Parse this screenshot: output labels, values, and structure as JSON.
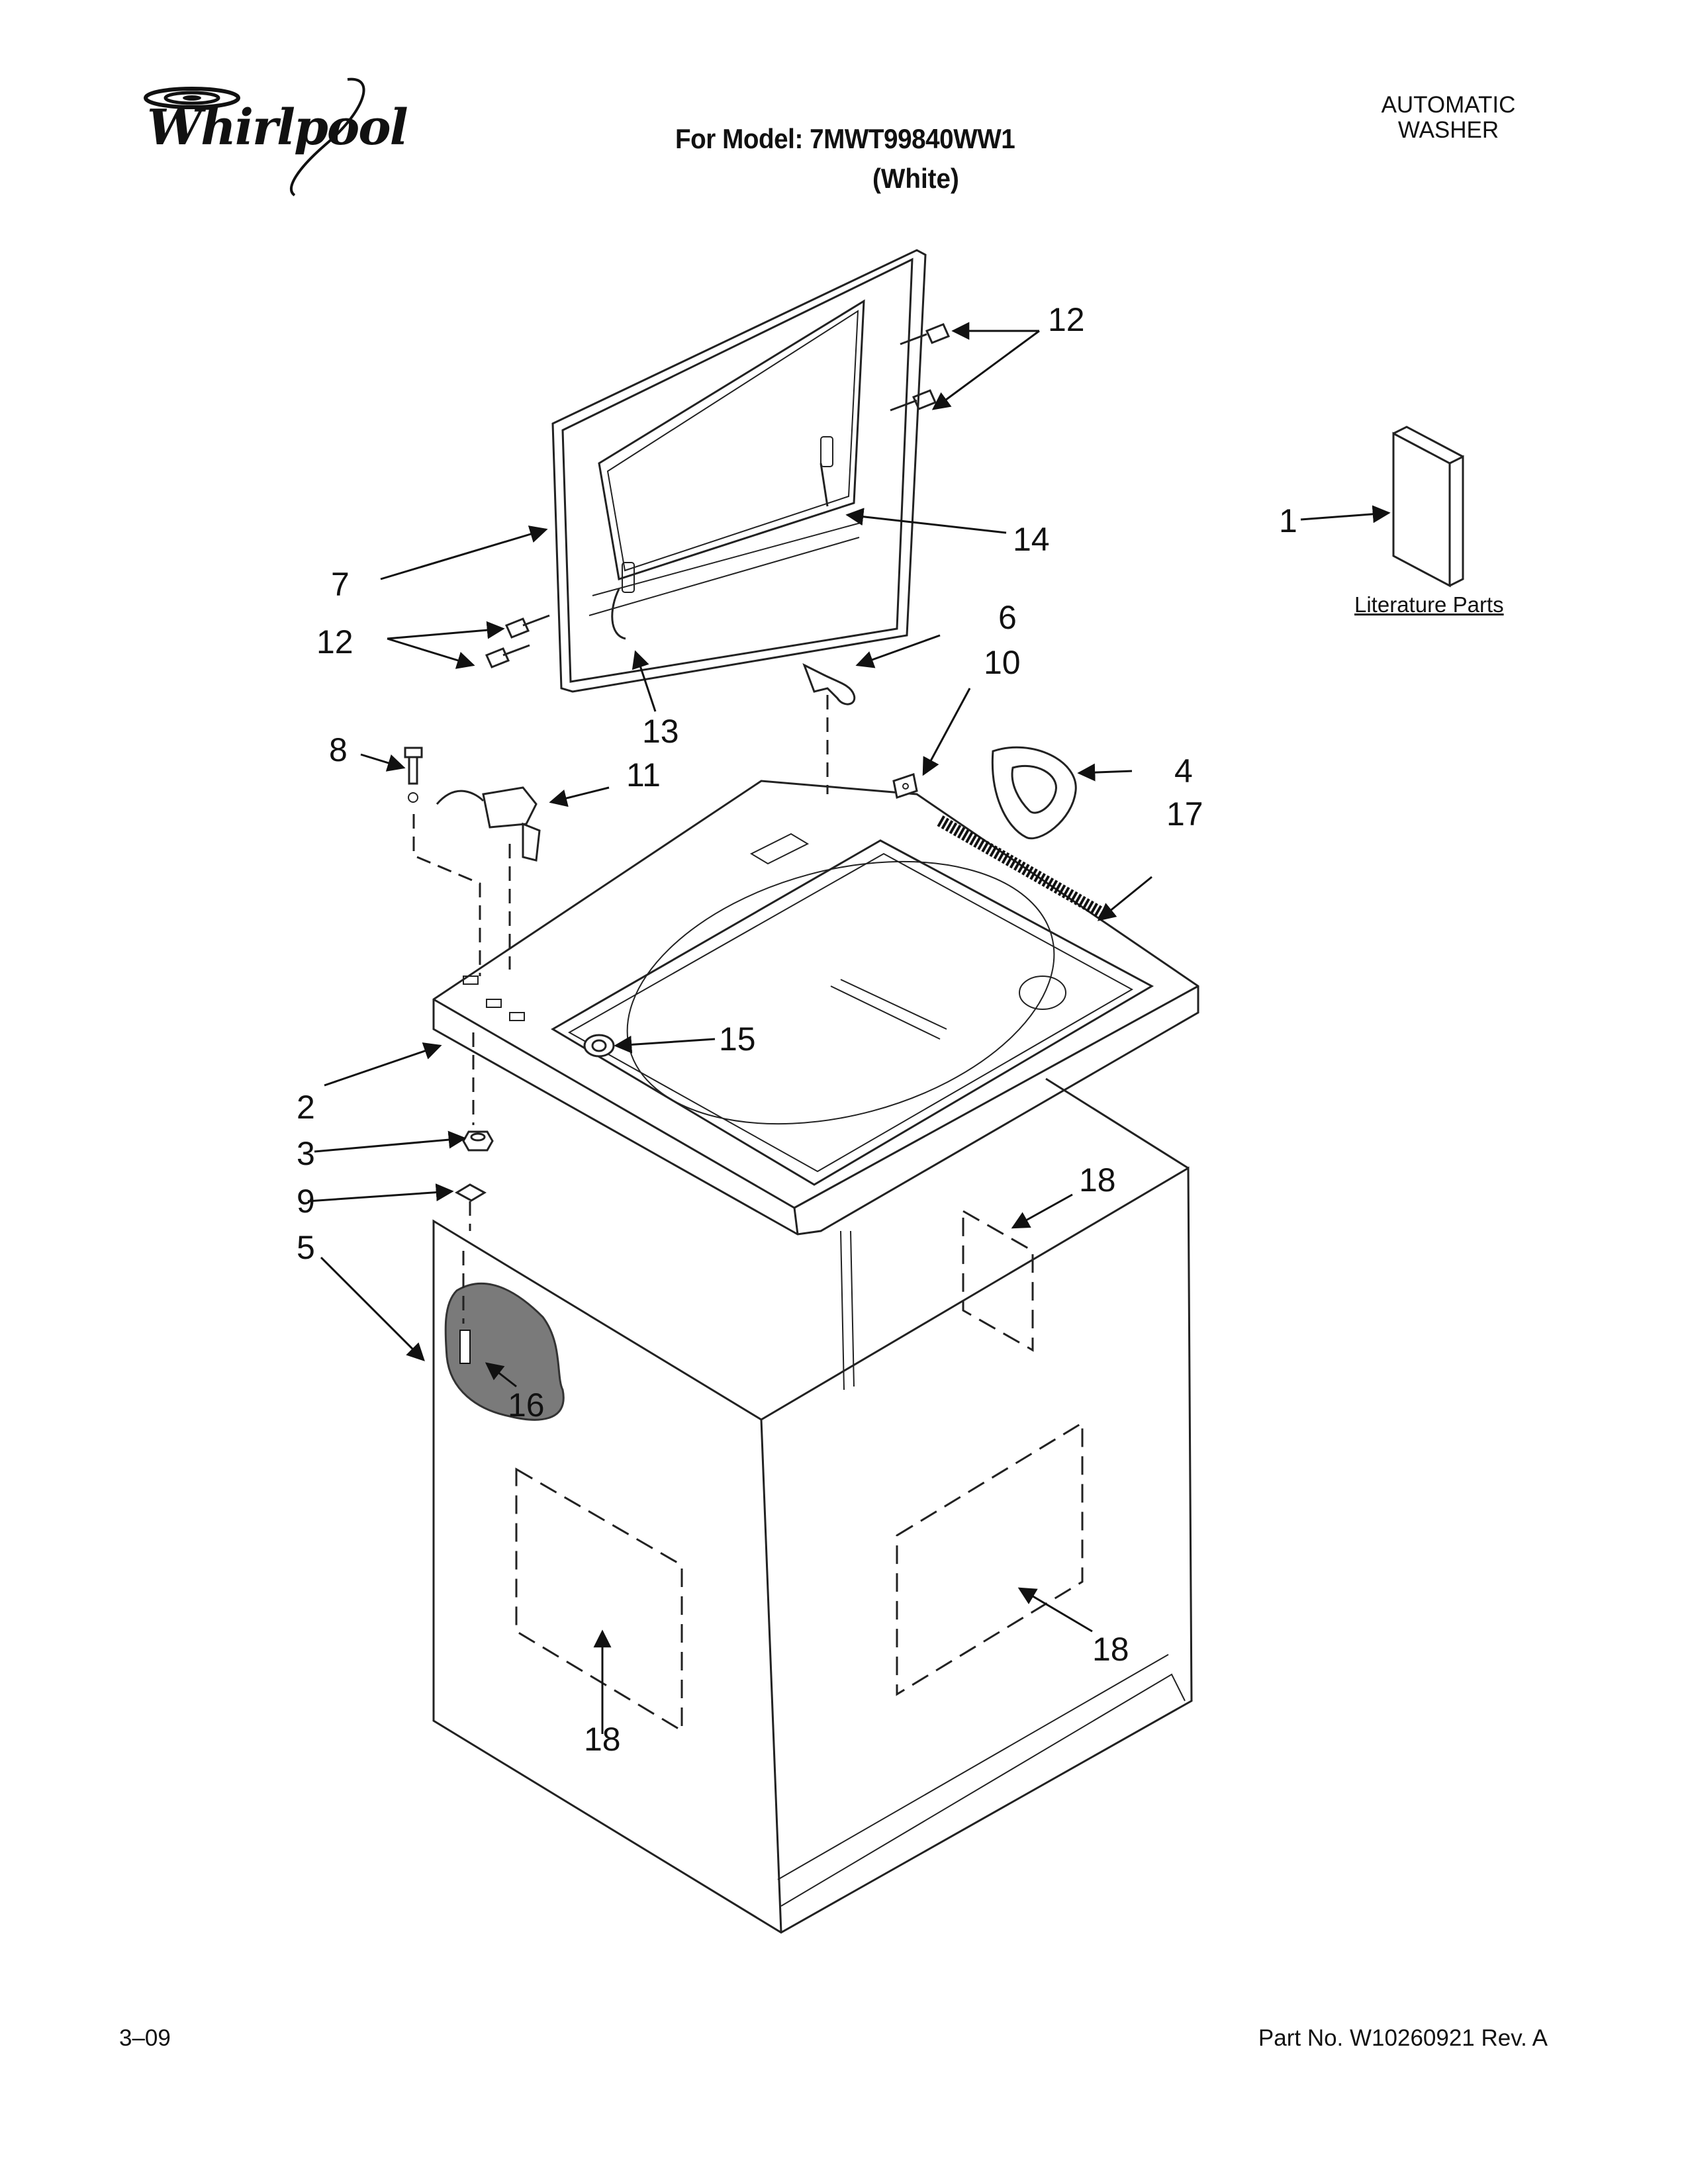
{
  "brand": {
    "logo_text": "Whirlpool"
  },
  "header": {
    "model_line": "For Model: 7MWT99840WW1",
    "color_line": "(White)",
    "product_type_line1": "AUTOMATIC",
    "product_type_line2": "WASHER"
  },
  "literature": {
    "label": "Literature Parts"
  },
  "callouts": {
    "c1": "1",
    "c2": "2",
    "c3": "3",
    "c4": "4",
    "c5": "5",
    "c6": "6",
    "c7": "7",
    "c8": "8",
    "c9": "9",
    "c10": "10",
    "c11": "11",
    "c12a": "12",
    "c12b": "12",
    "c13": "13",
    "c14": "14",
    "c15": "15",
    "c16": "16",
    "c17": "17",
    "c18a": "18",
    "c18b": "18",
    "c18c": "18"
  },
  "footer": {
    "date_code": "3–09",
    "part_number": "Part No. W10260921 Rev. A"
  }
}
